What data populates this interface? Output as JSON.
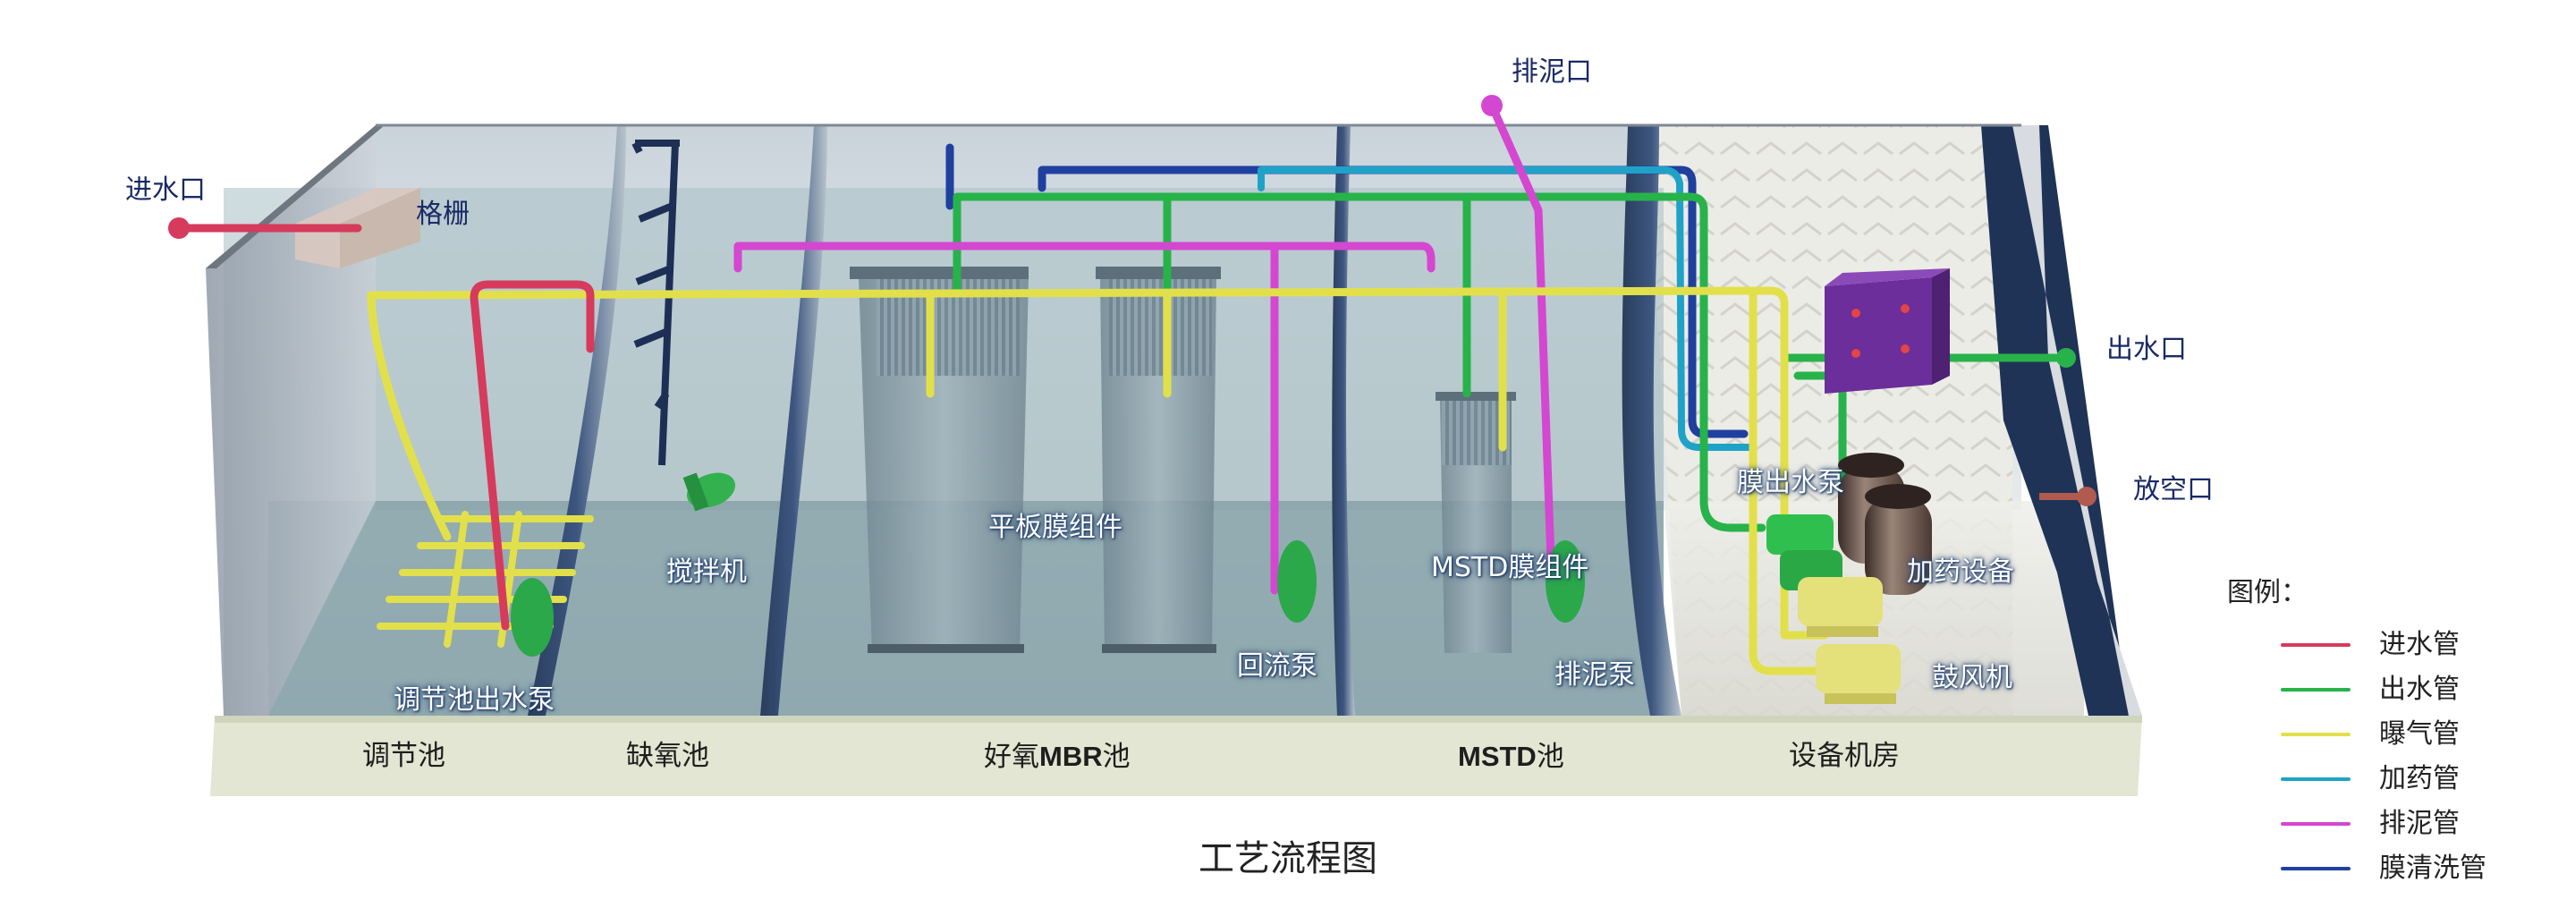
{
  "title": "工艺流程图",
  "colors": {
    "inlet": "#d63a5c",
    "outlet": "#27b34a",
    "aeration": "#e2e04a",
    "dosing": "#1fa2c8",
    "sludge": "#d447d0",
    "cleaning": "#2040a0"
  },
  "callouts": {
    "inlet": "进水口",
    "screen": "格栅",
    "sludge_out": "排泥口",
    "outlet": "出水口",
    "vent": "放空口"
  },
  "equipment": {
    "adj_pump": "调节池出水泵",
    "mixer": "搅拌机",
    "flat_membrane": "平板膜组件",
    "reflux_pump": "回流泵",
    "mstd_membrane": "MSTD膜组件",
    "sludge_pump": "排泥泵",
    "membrane_pump": "膜出水泵",
    "dosing_equipment": "加药设备",
    "blower": "鼓风机"
  },
  "zones": {
    "regulating": "调节池",
    "anoxic": "缺氧池",
    "aerobic_prefix": "好氧",
    "aerobic_bold": "MBR",
    "aerobic_suffix": "池",
    "mstd_bold": "MSTD",
    "mstd_suffix": "池",
    "equipment_room": "设备机房"
  },
  "legend": {
    "title": "图例：",
    "items": [
      {
        "label": "进水管",
        "color": "#d63a5c"
      },
      {
        "label": "出水管",
        "color": "#27b34a"
      },
      {
        "label": "曝气管",
        "color": "#e2e04a"
      },
      {
        "label": "加药管",
        "color": "#1fa2c8"
      },
      {
        "label": "排泥管",
        "color": "#d447d0"
      },
      {
        "label": "膜清洗管",
        "color": "#2040a0"
      }
    ]
  }
}
